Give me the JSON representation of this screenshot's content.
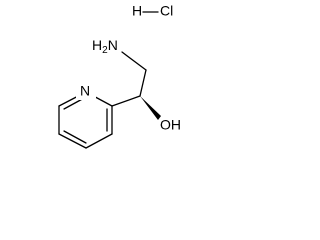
{
  "molecule": {
    "hcl": {
      "h": "H",
      "cl": "Cl"
    },
    "amine": {
      "main": "H",
      "sub": "2",
      "n": "N"
    },
    "pyridine_n": "N",
    "hydroxyl": "OH"
  },
  "colors": {
    "ink": "#000000",
    "background": "#ffffff"
  }
}
